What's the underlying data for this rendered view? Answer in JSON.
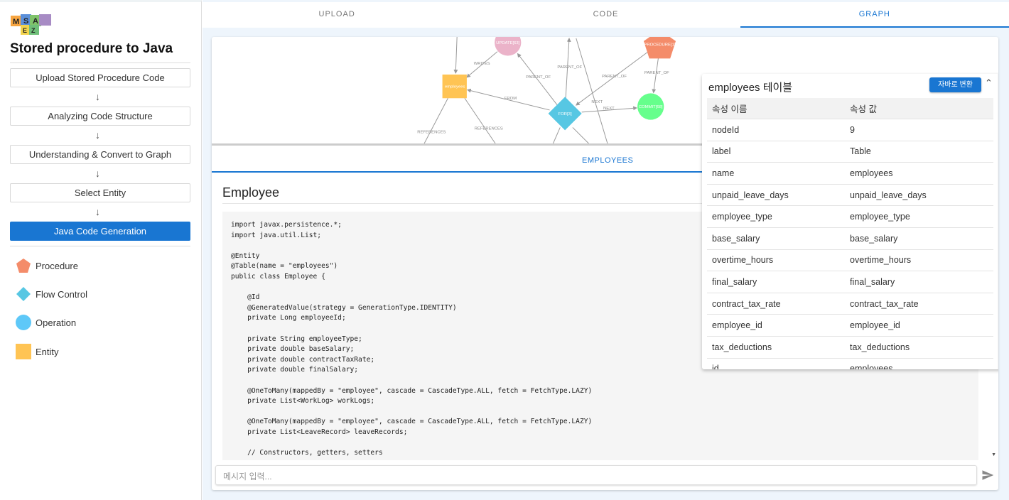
{
  "sidebar": {
    "logo_text": "MSAEZ",
    "title": "Stored procedure to Java",
    "steps": [
      "Upload Stored Procedure Code",
      "Analyzing Code Structure",
      "Understanding & Convert to Graph",
      "Select Entity",
      "Java Code Generation"
    ],
    "active_step": 4,
    "legend": [
      {
        "label": "Procedure",
        "color": "#f48c6a",
        "shape": "pentagon"
      },
      {
        "label": "Flow Control",
        "color": "#57c7e3",
        "shape": "diamond"
      },
      {
        "label": "Operation",
        "color": "#5ec8f8",
        "shape": "circle"
      },
      {
        "label": "Entity",
        "color": "#ffc454",
        "shape": "square"
      }
    ]
  },
  "tabs": [
    "UPLOAD",
    "CODE",
    "GRAPH"
  ],
  "active_tab": 2,
  "graph": {
    "nodes": {
      "update": "UPDATE[63]",
      "procedure": "PROCEDURE[1]",
      "employees": "employees",
      "for": "FOR[3]",
      "commit": "COMMIT[68]"
    },
    "edges": {
      "writes": "WRITES",
      "parent1": "PARENT_OF",
      "parent2": "PARENT_OF",
      "parent3": "PARENT_OF",
      "parent4": "PARENT_OF",
      "from": "FROM",
      "next1": "NEXT",
      "next2": "NEXT",
      "ref1": "REFERENCES",
      "ref2": "REFERENCES"
    }
  },
  "entity_tab": "EMPLOYEES",
  "entity_title": "Employee",
  "code": "import javax.persistence.*;\nimport java.util.List;\n\n@Entity\n@Table(name = \"employees\")\npublic class Employee {\n\n    @Id\n    @GeneratedValue(strategy = GenerationType.IDENTITY)\n    private Long employeeId;\n    \n    private String employeeType;\n    private double baseSalary;\n    private double contractTaxRate;\n    private double finalSalary;\n    \n    @OneToMany(mappedBy = \"employee\", cascade = CascadeType.ALL, fetch = FetchType.LAZY)\n    private List<WorkLog> workLogs;\n\n    @OneToMany(mappedBy = \"employee\", cascade = CascadeType.ALL, fetch = FetchType.LAZY)\n    private List<LeaveRecord> leaveRecords;\n\n    // Constructors, getters, setters",
  "chat": {
    "placeholder": "메시지 입력..."
  },
  "panel": {
    "title": "employees 테이블",
    "convert_button": "자바로 변환",
    "headers": [
      "속성 이름",
      "속성 값"
    ],
    "rows": [
      [
        "nodeId",
        "9"
      ],
      [
        "label",
        "Table"
      ],
      [
        "name",
        "employees"
      ],
      [
        "unpaid_leave_days",
        "unpaid_leave_days"
      ],
      [
        "employee_type",
        "employee_type"
      ],
      [
        "base_salary",
        "base_salary"
      ],
      [
        "overtime_hours",
        "overtime_hours"
      ],
      [
        "final_salary",
        "final_salary"
      ],
      [
        "contract_tax_rate",
        "contract_tax_rate"
      ],
      [
        "employee_id",
        "employee_id"
      ],
      [
        "tax_deductions",
        "tax_deductions"
      ],
      [
        "id",
        "employees"
      ]
    ]
  }
}
